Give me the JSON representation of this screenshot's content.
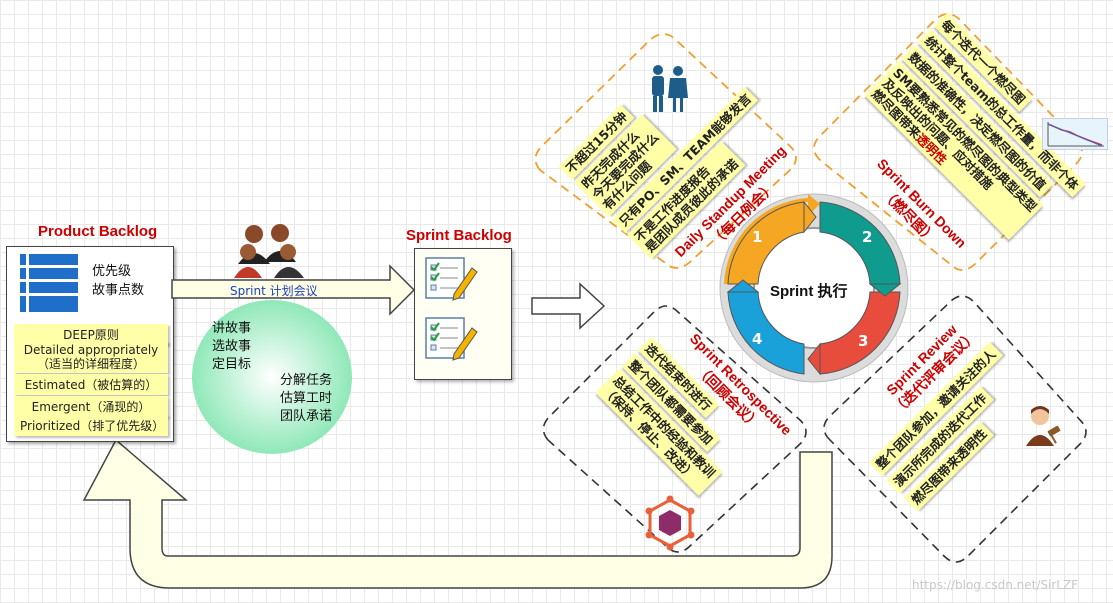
{
  "product_backlog": {
    "title": "Product Backlog",
    "line1": "优先级",
    "line2": "故事点数",
    "deep_heading": "DEEP原则",
    "deep_items": [
      "Detailed appropriately",
      "（适当的详细程度）",
      "Estimated（被估算的）",
      "Emergent（涌现的）",
      "Prioritized（排了优先级）"
    ]
  },
  "planning": {
    "label": "Sprint 计划会议",
    "left_lines": [
      "讲故事",
      "选故事",
      "定目标"
    ],
    "right_lines": [
      "分解任务",
      "估算工时",
      "团队承诺"
    ]
  },
  "sprint_backlog": {
    "title": "Sprint Backlog"
  },
  "cycle": {
    "center": "Sprint 执行",
    "numbers": [
      "1",
      "2",
      "3",
      "4"
    ],
    "colors": [
      "#f5a623",
      "#0f9b8e",
      "#e84c3d",
      "#1ba1d9"
    ]
  },
  "daily_standup": {
    "title": "Daily Standup Meeting",
    "subtitle": "（每日例会）",
    "notes": [
      "不超过15分钟",
      "昨天完成什么",
      "今天要完成什么",
      "有什么问题",
      "只有PO、SM、TEAM能够发言",
      "不是工作进度报告",
      "是团队成员彼此的承诺"
    ]
  },
  "burn_down": {
    "title": "Sprint Burn Down",
    "subtitle": "（燃尽图）",
    "notes": [
      "每个迭代一个燃尽图",
      "统计整个team的总工作量，而非个体",
      "数据的准确性，决定燃尽图的价值",
      "SM要熟悉常见的燃尽图的典型类型",
      "及反映出的问题、应对措施",
      "燃尽图带来",
      "透明性"
    ]
  },
  "review": {
    "title": "Sprint Review",
    "subtitle": "（迭代评审会议）",
    "notes": [
      "整个团队参加，邀请关注的人",
      "演示所完成的迭代工作",
      "燃尽图带来透明性"
    ]
  },
  "retrospective": {
    "title": "Sprint Retrospective",
    "subtitle": "（回顾会议）",
    "notes": [
      "迭代结束时进行",
      "整个团队都需要参加",
      "总结工作中的经验和教训",
      "（保持、停止、改进）"
    ]
  },
  "watermark": "https://blog.csdn.net/SirLZF"
}
